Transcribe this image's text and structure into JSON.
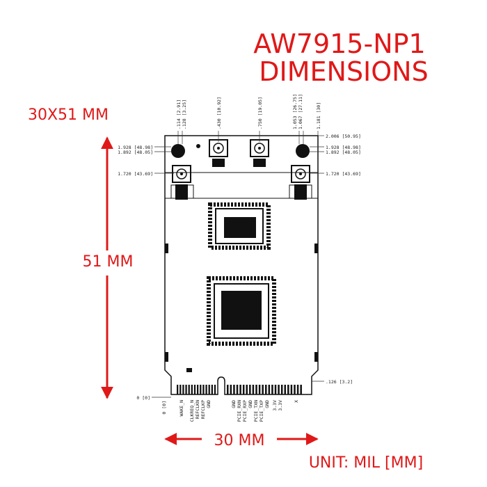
{
  "title": {
    "line1": "AW7915-NP1",
    "line2": "DIMENSIONS"
  },
  "labels": {
    "overall_size": "30X51 MM",
    "height": "51 MM",
    "width": "30 MM",
    "unit": "UNIT: MIL [MM]"
  },
  "dims": {
    "top_a": ".114 [2.91]",
    "top_b": ".128 [3.25]",
    "top_c": ".430 [10.92]",
    "top_d": ".750 [19.05]",
    "top_e": "1.053 [26.75]",
    "top_f": "1.067 [27.11]",
    "top_g": "1.181 [30]",
    "right_2006": "2.006 [50.95]",
    "left_1928": "1.928 [48.98]",
    "left_1892": "1.892 [48.05]",
    "right_1928": "1.928 [48.98]",
    "right_1892": "1.892 [48.05]",
    "left_1720": "1.720 [43.69]",
    "right_1720": "1.720 [43.69]",
    "bottom_126": ".126 [3.2]",
    "zero_h": "0 [0]",
    "zero_v": "0 [0]"
  },
  "pins_left": [
    "WAKE_N",
    "CLKREQ_N",
    "REFCLKN",
    "REFCLKP",
    "GND"
  ],
  "pins_right": [
    "GND",
    "PCIE_RXN",
    "PCIE_RXP",
    "GND",
    "PCIE_TXN",
    "PCIE_TXP",
    "GND",
    "3.3V",
    "3.3V",
    "X"
  ],
  "colors": {
    "accent": "#e01818",
    "ink": "#111111"
  }
}
